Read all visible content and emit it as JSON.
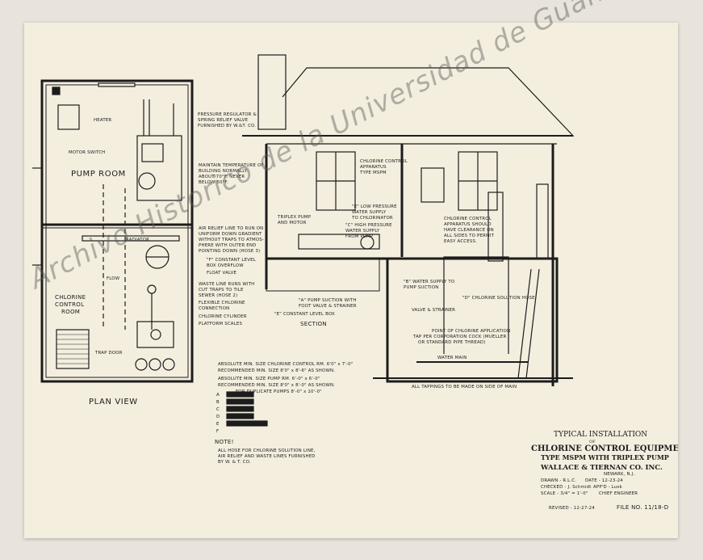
{
  "watermark": "Archivo Historico de la Universidad de Guanajuato",
  "plan": {
    "heater": "HEATER",
    "motor_switch": "MOTOR SWITCH",
    "pump_room": "PUMP ROOM",
    "radiator": "RADIATOR",
    "flow": "FLOW",
    "chlorine_room_1": "CHLORINE",
    "chlorine_room_2": "CONTROL",
    "chlorine_room_3": "ROOM",
    "trap_door": "TRAP DOOR",
    "plan_view": "PLAN VIEW"
  },
  "notes_left": {
    "n1_1": "PRESSURE REGULATOR &",
    "n1_2": "SPRING RELIEF VALVE",
    "n1_3": "FURNISHED BY W.&T. CO.",
    "n2_1": "MAINTAIN TEMPERATURE OF",
    "n2_2": "BUILDING NORMALLY",
    "n2_3": "ABOUT 70°F. NEVER",
    "n2_4": "BELOW 50°F.",
    "n3_1": "AIR RELIEF LINE TO RUN ON",
    "n3_2": "UNIFORM DOWN GRADIENT",
    "n3_3": "WITHOUT TRAPS TO ATMOS-",
    "n3_4": "PHERE WITH OUTER END",
    "n3_5": "POINTING DOWN (HOSE 3)",
    "n4_1": "WASTE LINE RUNS WITH",
    "n4_2": "CUT TRAPS TO TILE",
    "n4_3": "SEWER (HOSE 2)",
    "n5": "FLEXIBLE CHLORINE",
    "n5_2": "CONNECTION",
    "n6": "CHLORINE CYLINDER",
    "n7": "PLATFORM SCALES"
  },
  "section": {
    "triplex_1": "TRIPLEX PUMP",
    "triplex_2": "AND MOTOR",
    "f_level_1": "\"F\" CONSTANT LEVEL",
    "f_level_2": "BOX OVERFLOW",
    "float_valve": "FLOAT VALVE",
    "a_pump_1": "\"A\" PUMP SUCTION WITH",
    "a_pump_2": "FOOT VALVE & STRAINER",
    "e_box": "\"E\" CONSTANT LEVEL BOX",
    "section_label": "SECTION",
    "low_1": "\"E\" LOW PRESSURE",
    "low_2": "WATER SUPPLY",
    "low_3": "TO CHLORINATOR",
    "c_high_1": "\"C\" HIGH PRESSURE",
    "c_high_2": "WATER SUPPLY",
    "c_high_3": "FROM PUMP",
    "cca_1": "CHLORINE CONTROL",
    "cca_2": "APPARATUS",
    "cca_3": "TYPE MSPM",
    "clear_1": "CHLORINE CONTROL",
    "clear_2": "APPARATUS SHOULD",
    "clear_3": "HAVE CLEARANCE ON",
    "clear_4": "ALL SIDES TO PERMIT",
    "clear_5": "EASY ACCESS.",
    "b_water_1": "\"B\" WATER SUPPLY TO",
    "b_water_2": "PUMP SUCTION",
    "d_hose": "\"D\" CHLORINE SOLUTION HOSE",
    "valve": "VALVE & STRAINER",
    "poa_1": "POINT OF CHLORINE APPLICATION",
    "poa_2": "TAP PER CORPORATION COCK (MUELLER",
    "poa_3": "OR STANDARD PIPE THREAD)",
    "water_main": "WATER MAIN",
    "tappings": "ALL TAPPINGS TO BE MADE ON SIDE OF MAIN"
  },
  "dims": {
    "d1": "ABSOLUTE MIN. SIZE CHLORINE CONTROL RM. 6'0\" x 7'-0\"",
    "d2": "RECOMMENDED MIN. SIZE 8'0\" x 8'-6\" AS SHOWN.",
    "d3": "ABSOLUTE MIN. SIZE PUMP RM. 6'-0\" x 6'-0\"",
    "d4": "RECOMMENDED MIN. SIZE 8'0\" x 8'-0\" AS SHOWN.",
    "d5": "FOR DUPLICATE PUMPS 8'-0\" x 10'-0\""
  },
  "legend": [
    "A",
    "B",
    "C",
    "D",
    "E",
    "F"
  ],
  "note": {
    "title": "NOTE!",
    "l1": "ALL HOSE FOR CHLORINE SOLUTION LINE,",
    "l2": "AIR RELIEF AND WASTE LINES FURNISHED",
    "l3": "BY W. & T. CO."
  },
  "title_block": {
    "l1": "TYPICAL INSTALLATION",
    "l2": "OF",
    "l3": "CHLORINE CONTROL EQUIPMENT",
    "l4": "TYPE MSPM WITH TRIPLEX PUMP",
    "company": "WALLACE & TIERNAN CO. INC.",
    "city": "NEWARK, N.J.",
    "drawn": "DRAWN - R.L.C.",
    "date": "DATE - 12-23-24",
    "checked": "CHECKED - J. Schmidt",
    "appd": "APP'D - Lusk",
    "scale": "SCALE - 3/4\" = 1'-0\"",
    "chief": "CHIEF ENGINEER",
    "revised": "REVISED - 12-27-24",
    "file_no": "FILE NO. 11/18-D"
  },
  "colors": {
    "paper": "#f4eedf",
    "ink": "#1c1c1c",
    "background": "#e8e4dc"
  }
}
